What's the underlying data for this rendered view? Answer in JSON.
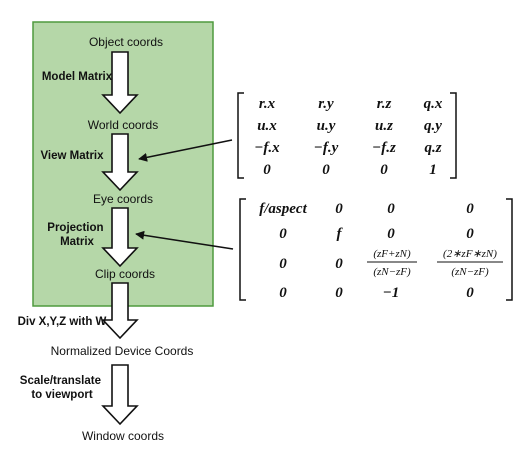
{
  "pipeline": {
    "stages": [
      "Object coords",
      "World coords",
      "Eye coords",
      "Clip coords",
      "Normalized Device Coords",
      "Window coords"
    ],
    "operations": [
      {
        "lines": [
          "Model Matrix"
        ]
      },
      {
        "lines": [
          "View Matrix"
        ]
      },
      {
        "lines": [
          "Projection",
          "Matrix"
        ]
      },
      {
        "lines": [
          "Div X,Y,Z with W"
        ]
      },
      {
        "lines": [
          "Scale/translate",
          "to viewport"
        ]
      }
    ],
    "box_color": "#b5d7a8",
    "box_border": "#4f9a3e"
  },
  "view_matrix": [
    [
      "r.x",
      "r.y",
      "r.z",
      "q.x"
    ],
    [
      "u.x",
      "u.y",
      "u.z",
      "q.y"
    ],
    [
      "−f.x",
      "−f.y",
      "−f.z",
      "q.z"
    ],
    [
      "0",
      "0",
      "0",
      "1"
    ]
  ],
  "projection_matrix": {
    "row0": [
      "f/aspect",
      "0",
      "0",
      "0"
    ],
    "row1": [
      "0",
      "f",
      "0",
      "0"
    ],
    "row2": [
      "0",
      "0"
    ],
    "row2_frac": [
      {
        "num": "(zF+zN)",
        "den": "(zN−zF)"
      },
      {
        "num": "(2∗zF∗zN)",
        "den": "(zN−zF)"
      }
    ],
    "row3": [
      "0",
      "0",
      "−1",
      "0"
    ]
  }
}
